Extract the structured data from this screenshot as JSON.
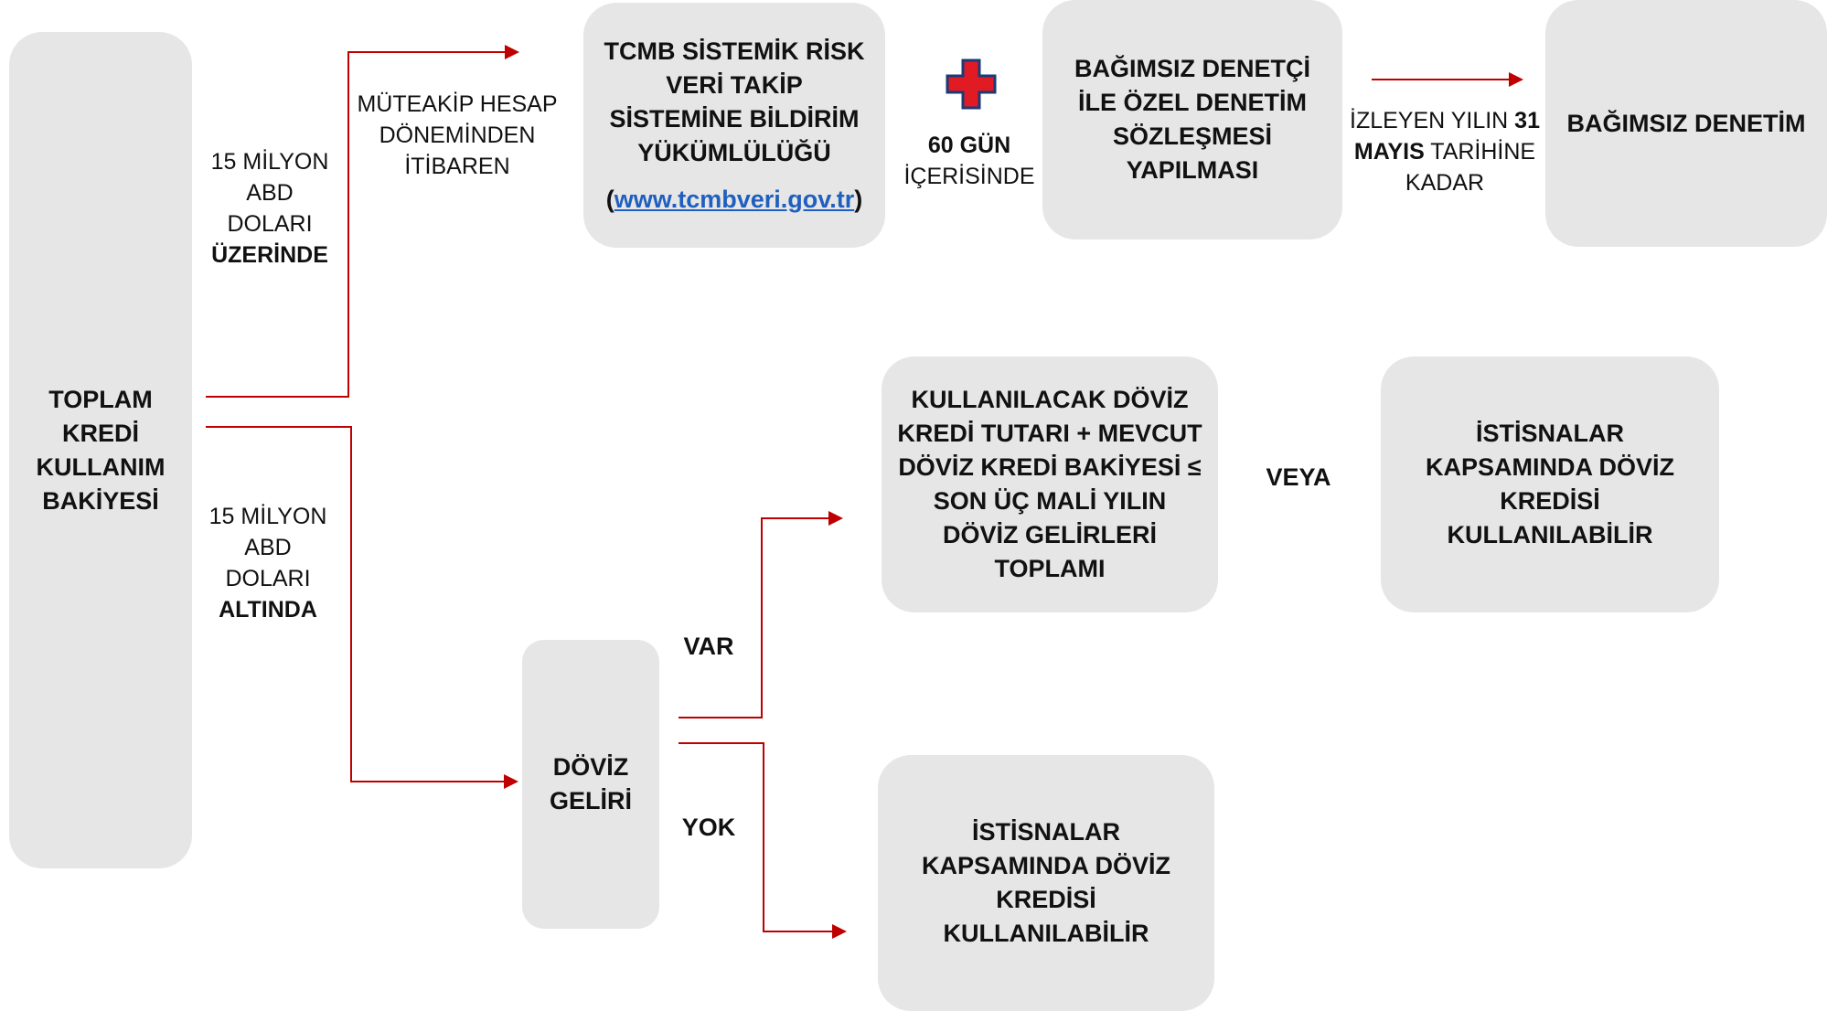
{
  "boxes": {
    "toplam": [
      "TOPLAM",
      "KREDİ",
      "KULLANIM",
      "BAKİYESİ"
    ],
    "tcmb": {
      "lines": [
        "TCMB SİSTEMİK RİSK",
        "VERİ TAKİP",
        "SİSTEMİNE BİLDİRİM",
        "YÜKÜMLÜLÜĞÜ"
      ],
      "link_open": "(",
      "link_text": "www.tcmbveri.gov.tr",
      "link_close": ")"
    },
    "ozel_denetim": [
      "BAĞIMSIZ DENETÇİ",
      "İLE ÖZEL DENETİM",
      "SÖZLEŞMESİ",
      "YAPILMASI"
    ],
    "bagimsiz_denetim": "BAĞIMSIZ DENETİM",
    "kullanilacak": [
      "KULLANILACAK DÖVİZ",
      "KREDİ TUTARI + MEVCUT",
      "DÖVİZ KREDİ BAKİYESİ ≤",
      "SON ÜÇ MALİ YILIN",
      "DÖVİZ GELİRLERİ",
      "TOPLAMI"
    ],
    "istisnalar_top": [
      "İSTİSNALAR",
      "KAPSAMINDA DÖVİZ",
      "KREDİSİ",
      "KULLANILABİLİR"
    ],
    "doviz_geliri": [
      "DÖVİZ",
      "GELİRİ"
    ],
    "istisnalar_bottom": [
      "İSTİSNALAR",
      "KAPSAMINDA DÖVİZ",
      "KREDİSİ",
      "KULLANILABİLİR"
    ]
  },
  "labels": {
    "above": {
      "l1": "15 MİLYON",
      "l2": "ABD",
      "l3": "DOLARI",
      "l4": "ÜZERİNDE"
    },
    "below": {
      "l1": "15 MİLYON",
      "l2": "ABD",
      "l3": "DOLARI",
      "l4": "ALTINDA"
    },
    "muteakip": [
      "MÜTEAKİP HESAP",
      "DÖNEMİNDEN",
      "İTİBAREN"
    ],
    "gun": {
      "bold": "60 GÜN",
      "normal": "İÇERİSİNDE"
    },
    "izleyen": {
      "a": "İZLEYEN YILIN ",
      "b": "31",
      "c": "MAYIS",
      "d": " TARİHİNE",
      "e": "KADAR"
    },
    "veya": "VEYA",
    "var": "VAR",
    "yok": "YOK"
  },
  "colors": {
    "arrow": "#c00000",
    "box": "#e6e6e6",
    "link": "#1f5fbf"
  }
}
